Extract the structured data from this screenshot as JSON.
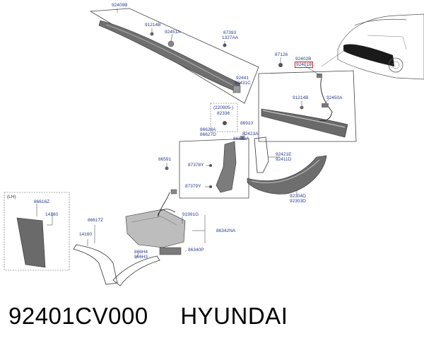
{
  "caption": {
    "part_number": "92401CV000",
    "brand": "HYUNDAI"
  },
  "labels": {
    "p92409B": "92409B",
    "p92401B": "92401B",
    "p92402B": "92402B",
    "p87126": "87126",
    "p91214B_a": "91214B",
    "p92451A": "92451A",
    "p87393": "87393",
    "p1327AA": "1327AA",
    "p92441": "92441",
    "p92431C": "92431C",
    "p91214B_b": "91214B",
    "p92450A": "92450A",
    "p220905": "(220905-)",
    "p82336": "82336",
    "p86910": "86910",
    "p86628A": "86628A",
    "p86627D": "86627D",
    "p82423A": "82423A",
    "p86848A": "86848A",
    "p86591": "86591",
    "p87378Y": "87378Y",
    "p87379Y": "87379Y",
    "p92421E": "92421E",
    "p92411D": "92411D",
    "p92304D": "92304D",
    "p92303D": "92303D",
    "lh": "(LH)",
    "p86616Z": "86616Z",
    "p14160_a": "14160",
    "p86617Z": "86617Z",
    "p14160_b": "14160",
    "p91991G": "91991G",
    "p86342NA": "86342NA",
    "p86340P": "86340P",
    "p866H4": "866H4",
    "p866H3": "866H3"
  },
  "colors": {
    "label_text": "#2a3a8c",
    "highlight_box": "#e02020",
    "line": "#333333",
    "part_fill": "#7a7a7a"
  }
}
